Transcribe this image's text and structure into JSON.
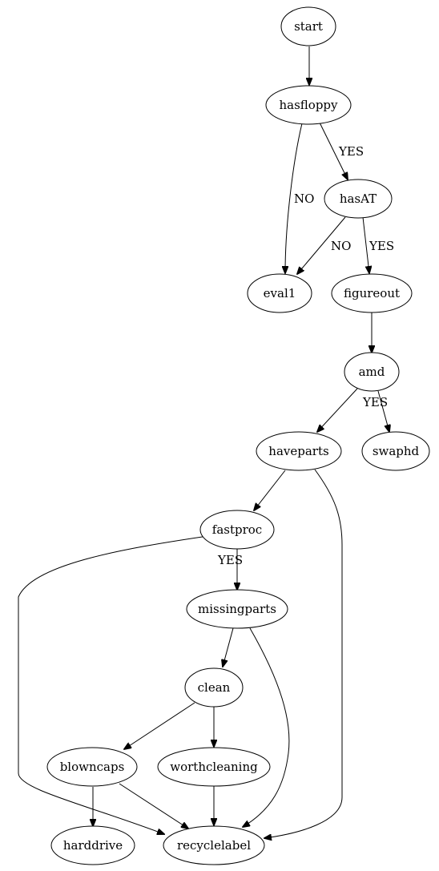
{
  "nodes": {
    "start": "start",
    "hasfloppy": "hasfloppy",
    "hasAT": "hasAT",
    "eval1": "eval1",
    "figureout": "figureout",
    "amd": "amd",
    "haveparts": "haveparts",
    "swaphd": "swaphd",
    "fastproc": "fastproc",
    "missingparts": "missingparts",
    "clean": "clean",
    "blowncaps": "blowncaps",
    "worthcleaning": "worthcleaning",
    "harddrive": "harddrive",
    "recyclelabel": "recyclelabel"
  },
  "edges": [
    {
      "from": "start",
      "to": "hasfloppy",
      "label": ""
    },
    {
      "from": "hasfloppy",
      "to": "eval1",
      "label": "NO"
    },
    {
      "from": "hasfloppy",
      "to": "hasAT",
      "label": "YES"
    },
    {
      "from": "hasAT",
      "to": "eval1",
      "label": "NO"
    },
    {
      "from": "hasAT",
      "to": "figureout",
      "label": "YES"
    },
    {
      "from": "figureout",
      "to": "amd",
      "label": ""
    },
    {
      "from": "amd",
      "to": "haveparts",
      "label": ""
    },
    {
      "from": "amd",
      "to": "swaphd",
      "label": "YES"
    },
    {
      "from": "haveparts",
      "to": "fastproc",
      "label": ""
    },
    {
      "from": "haveparts",
      "to": "recyclelabel",
      "label": ""
    },
    {
      "from": "fastproc",
      "to": "missingparts",
      "label": "YES"
    },
    {
      "from": "fastproc",
      "to": "recyclelabel",
      "label": ""
    },
    {
      "from": "missingparts",
      "to": "clean",
      "label": ""
    },
    {
      "from": "missingparts",
      "to": "recyclelabel",
      "label": ""
    },
    {
      "from": "clean",
      "to": "blowncaps",
      "label": ""
    },
    {
      "from": "clean",
      "to": "worthcleaning",
      "label": ""
    },
    {
      "from": "blowncaps",
      "to": "harddrive",
      "label": ""
    },
    {
      "from": "blowncaps",
      "to": "recyclelabel",
      "label": ""
    },
    {
      "from": "worthcleaning",
      "to": "recyclelabel",
      "label": ""
    }
  ]
}
